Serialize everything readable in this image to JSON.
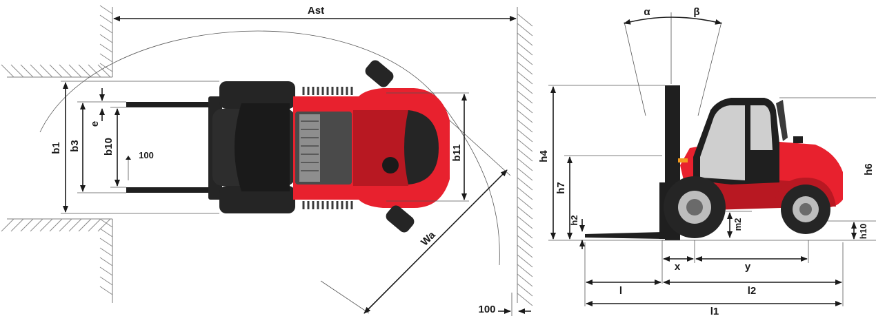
{
  "colors": {
    "body_red": "#e8212e",
    "dark_red": "#b81822",
    "tyre_black": "#252525",
    "mast_black": "#1f1f1f",
    "glass_grey": "#cfcfcf",
    "rim_grey": "#bdbdbd",
    "line": "#1a1a1a",
    "hatch": "#8a8a8a"
  },
  "icons": [
    "forklift-top-view",
    "forklift-side-view",
    "arrowhead"
  ],
  "top_view": {
    "ast_label": "Ast",
    "b1_label": "b1",
    "b3_label": "b3",
    "b10_label": "b10",
    "b11_label": "b11",
    "e_label": "e",
    "fork_offset_label": "100",
    "wa_label": "Wa",
    "clearance_label": "100"
  },
  "side_view": {
    "alpha_label": "α",
    "beta_label": "β",
    "h4_label": "h4",
    "h7_label": "h7",
    "h2_label": "h2",
    "m2_label": "m2",
    "h6_label": "h6",
    "h10_label": "h10",
    "x_label": "x",
    "y_label": "y",
    "l_label": "l",
    "l2_label": "l2",
    "l1_label": "l1"
  }
}
